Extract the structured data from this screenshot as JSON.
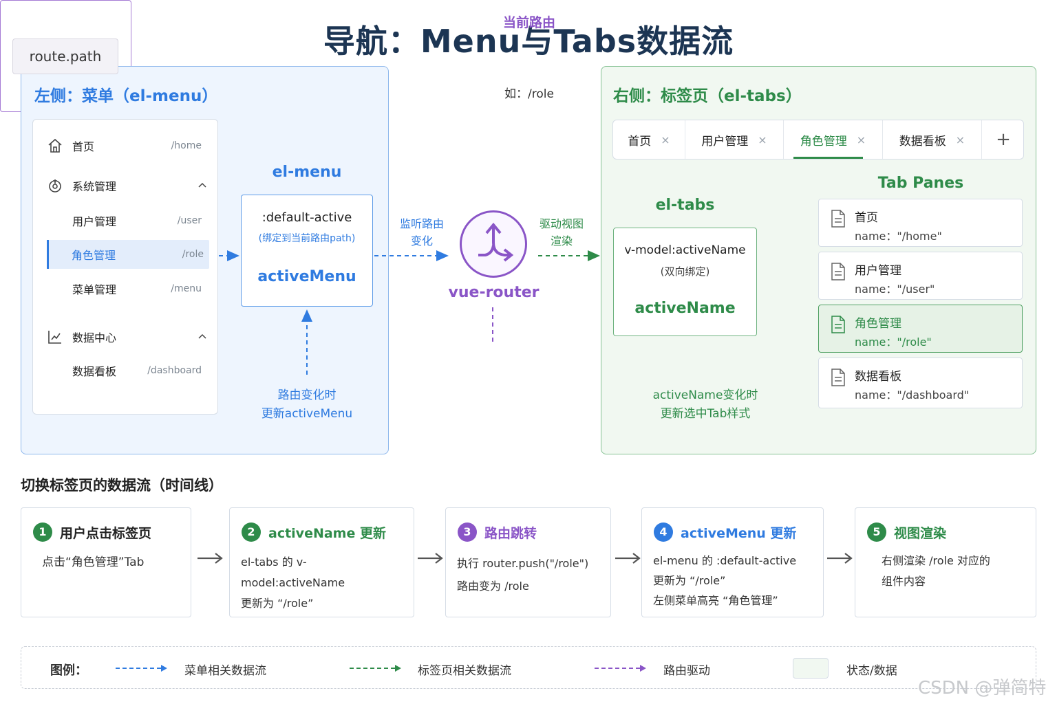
{
  "title": "导航：Menu与Tabs数据流",
  "left": {
    "title": "左侧：菜单（el-menu）",
    "menu": [
      {
        "label": "首页",
        "path": "/home",
        "icon": "home-icon"
      },
      {
        "label": "系统管理",
        "icon": "settings-icon"
      },
      {
        "label": "用户管理",
        "path": "/user"
      },
      {
        "label": "角色管理",
        "path": "/role",
        "active": true
      },
      {
        "label": "菜单管理",
        "path": "/menu"
      },
      {
        "label": "数据中心",
        "icon": "chart-icon"
      },
      {
        "label": "数据看板",
        "path": "/dashboard"
      }
    ],
    "elmenu_label": "el-menu",
    "elmenu_attr": ":default-active",
    "elmenu_attr_note": "(绑定到当前路由path)",
    "elmenu_var": "activeMenu",
    "route_change_line1": "路由变化时",
    "route_change_line2": "更新activeMenu"
  },
  "center": {
    "listen_line1": "监听路由",
    "listen_line2": "变化",
    "drive_line1": "驱动视图",
    "drive_line2": "渲染",
    "router_label": "vue-router",
    "current_route_title": "当前路由",
    "route_path": "route.path",
    "route_example": "如：/role"
  },
  "right": {
    "title": "右侧：标签页（el-tabs）",
    "tabs": [
      {
        "label": "首页"
      },
      {
        "label": "用户管理"
      },
      {
        "label": "角色管理",
        "active": true
      },
      {
        "label": "数据看板"
      }
    ],
    "tab_close": "×",
    "tab_add": "+",
    "eltabs_label": "el-tabs",
    "eltabs_attr": "v-model:activeName",
    "eltabs_attr_note": "(双向绑定)",
    "eltabs_var": "activeName",
    "activename_line1": "activeName变化时",
    "activename_line2": "更新选中Tab样式",
    "panes_label": "Tab Panes",
    "panes": [
      {
        "title": "首页",
        "name": "name：\"/home\""
      },
      {
        "title": "用户管理",
        "name": "name：\"/user\""
      },
      {
        "title": "角色管理",
        "name": "name：\"/role\"",
        "active": true
      },
      {
        "title": "数据看板",
        "name": "name：\"/dashboard\""
      }
    ]
  },
  "timeline": {
    "title": "切换标签页的数据流（时间线）",
    "steps": [
      {
        "num": "1",
        "heading": "用户点击标签页",
        "lines": [
          "点击“角色管理”Tab"
        ],
        "color": "#2e8b49"
      },
      {
        "num": "2",
        "heading": "activeName 更新",
        "lines": [
          "el-tabs 的 v-model:activeName",
          "更新为 “/role”"
        ],
        "color": "#2e8b49"
      },
      {
        "num": "3",
        "heading": "路由跳转",
        "lines": [
          "执行 router.push(\"/role\")",
          "路由变为 /role"
        ],
        "color": "#8a55c7"
      },
      {
        "num": "4",
        "heading": "activeMenu 更新",
        "lines": [
          "el-menu 的 :default-active",
          "更新为 “/role”",
          "左侧菜单高亮 “角色管理”"
        ],
        "color": "#2f7be0"
      },
      {
        "num": "5",
        "heading": "视图渲染",
        "lines": [
          "右侧渲染 /role 对应的",
          "组件内容"
        ],
        "color": "#2e8b49"
      }
    ]
  },
  "legend": {
    "label": "图例：",
    "menu_flow": "菜单相关数据流",
    "tabs_flow": "标签页相关数据流",
    "router_drive": "路由驱动",
    "state_data": "状态/数据",
    "colors": {
      "blue": "#2f7be0",
      "green": "#2e8b49",
      "purple": "#8a55c7"
    }
  },
  "watermark": "CSDN @弹简特"
}
